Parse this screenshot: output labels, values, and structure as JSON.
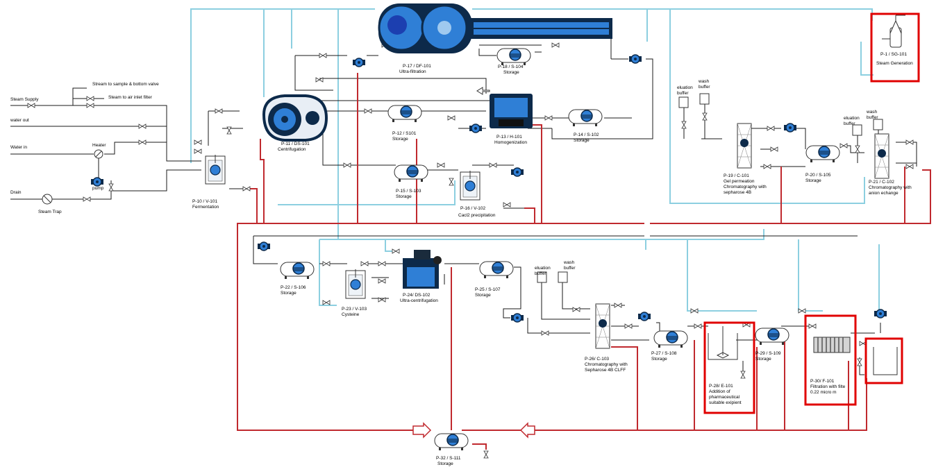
{
  "colors": {
    "steam_line": "#8ccfe0",
    "product_line": "#c0292e",
    "process_line": "#1a1a1a",
    "equipment_blue": "#2f7fd6",
    "equipment_dark": "#0d2a4a",
    "highlight": "#e00000"
  },
  "inlets": {
    "stream_sample": "Stream to sample & bottom valve",
    "steam_supply": "Steam Supply",
    "steam_air_filter": "Steam to air inlet filter",
    "water_out": "water out",
    "water_in": "Water in",
    "drain": "Drain",
    "steam_trap": "Steam Trap",
    "heater": "Heater",
    "pump": "pump"
  },
  "units": {
    "p1": {
      "id": "P-1 / SG-101",
      "name": "Steam Generation"
    },
    "p10": {
      "id": "P-10 / V-101",
      "name": "Fermentation"
    },
    "p11": {
      "id": "P-11 / DS-101",
      "name": "Centrifugation"
    },
    "p17": {
      "id": "P-17 / DF-101",
      "name": "Ultra-filtration"
    },
    "p18": {
      "id": "P-18 / S-104",
      "name": "Storage"
    },
    "p12": {
      "id": "P-12 / S101",
      "name": "Storage"
    },
    "p13": {
      "id": "P-13 / H-101",
      "name": "Homogenization"
    },
    "p14": {
      "id": "P-14 / S-102",
      "name": "Storage"
    },
    "p15": {
      "id": "P-15 / S-103",
      "name": "Storage"
    },
    "p16": {
      "id": "P-16 / V-102",
      "name": "Cacl2 precipitation"
    },
    "p19": {
      "id": "P-19 / C-101",
      "name_lines": [
        "Gel permeation",
        "Chromatography with",
        "sepharose 4B"
      ]
    },
    "p20": {
      "id": "P-20 / S-105",
      "name": "Storage"
    },
    "p21": {
      "id": "P-21 / C-102",
      "name_lines": [
        "Chromatography with",
        "anion echange"
      ]
    },
    "p22": {
      "id": "P-22 / S-106",
      "name": "Storage"
    },
    "p23": {
      "id": "P-23 / V-103",
      "name": "Cysteine"
    },
    "p24": {
      "id": "P-24/ DS-102",
      "name": "Ultra-centrifugation"
    },
    "p25": {
      "id": "P-25 / S-107",
      "name": "Storage"
    },
    "p26": {
      "id": "P-26/ C-103",
      "name_lines": [
        "Chromatography with",
        "Sepharose 4B CLFF"
      ]
    },
    "p27": {
      "id": "P-27 / S-108",
      "name": "Storage"
    },
    "p28": {
      "id": "P-28/ E-101",
      "name_lines": [
        "Addition of",
        "pharmaceutical",
        "suitable exipient"
      ]
    },
    "p29": {
      "id": "P-29 / S-109",
      "name": "Storage"
    },
    "p30": {
      "id": "P-30/ F-101",
      "name_lines": [
        "Filtration with filte",
        "0.22 micro m"
      ]
    },
    "p32": {
      "id": "P-32 / S-111",
      "name": "Storage"
    }
  },
  "buffers": {
    "elution": [
      "eluation",
      "buffer"
    ],
    "wash": [
      "wash",
      "buffer"
    ]
  }
}
